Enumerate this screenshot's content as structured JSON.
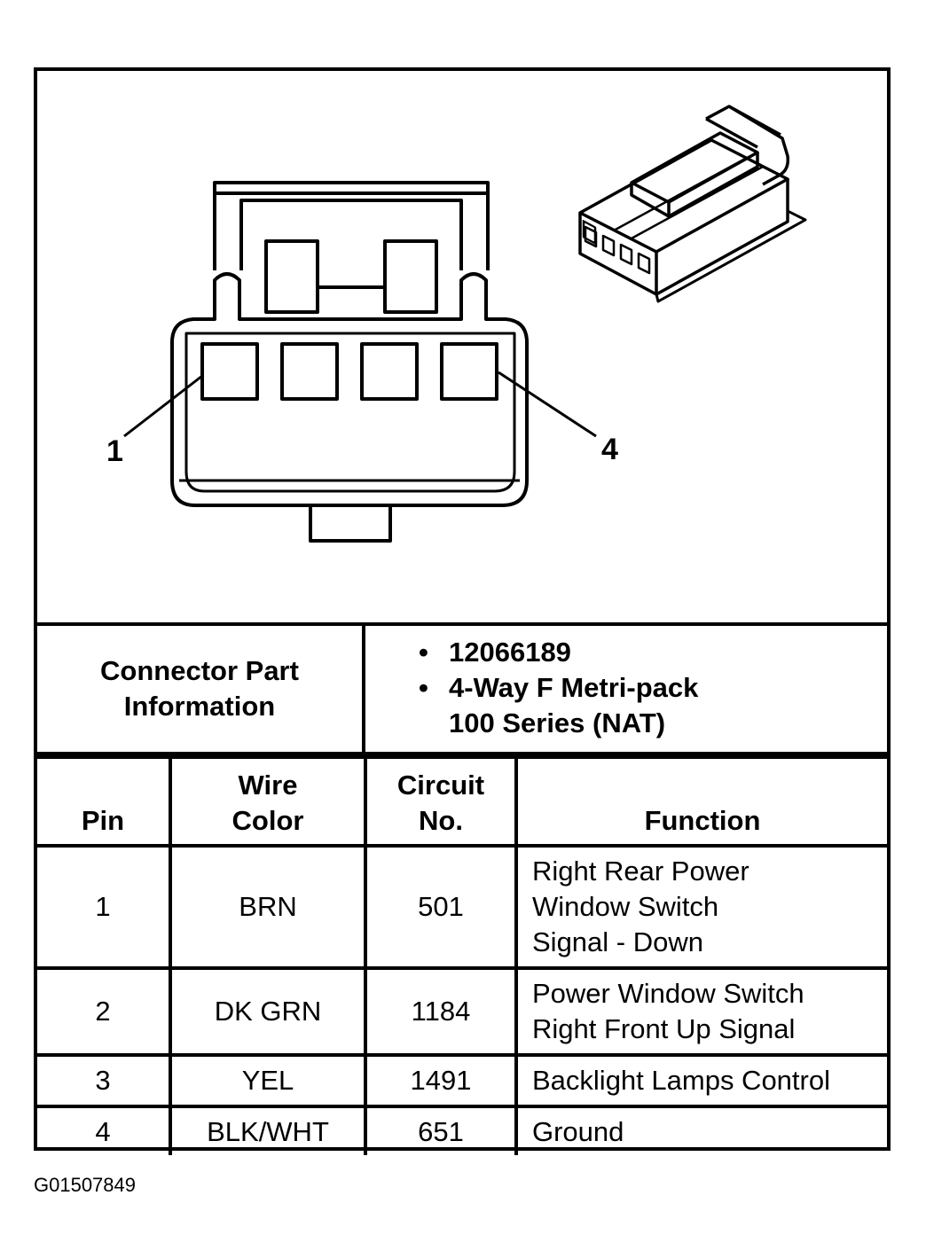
{
  "pin_callouts": [
    "1",
    "4"
  ],
  "part_info": {
    "label": "Connector Part Information",
    "items": [
      "12066189",
      "4-Way F Metri-pack",
      "100 Series (NAT)"
    ]
  },
  "table": {
    "headers": {
      "pin": "Pin",
      "wire_color": "Wire Color",
      "circuit_no": "Circuit No.",
      "function": "Function"
    },
    "rows": [
      {
        "pin": "1",
        "wire_color": "BRN",
        "circuit_no": "501",
        "function": "Right Rear Power Window Switch Signal - Down"
      },
      {
        "pin": "2",
        "wire_color": "DK GRN",
        "circuit_no": "1184",
        "function": "Power Window Switch Right Front Up Signal"
      },
      {
        "pin": "3",
        "wire_color": "YEL",
        "circuit_no": "1491",
        "function": "Backlight Lamps Control"
      },
      {
        "pin": "4",
        "wire_color": "BLK/WHT",
        "circuit_no": "651",
        "function": "Ground"
      }
    ]
  },
  "figure_code": "G01507849"
}
